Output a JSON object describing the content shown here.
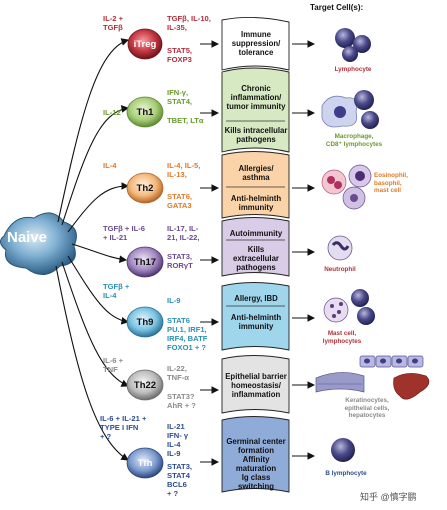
{
  "header": {
    "target_cells": "Target Cell(s):"
  },
  "naive": {
    "label": "Naive"
  },
  "rows": [
    {
      "id": "itreg",
      "cell_name": "iTreg",
      "inducers": "IL-2 +\nTGFβ",
      "cytokines": "TGFβ, IL-10,\nIL-35,",
      "tfs": "STAT5,\nFOXP3",
      "functions": [
        "Immune\nsuppression/\ntolerance"
      ],
      "target": "Lymphocyte",
      "label_color": "#b0303a",
      "box_color": "#ffffff"
    },
    {
      "id": "th1",
      "cell_name": "Th1",
      "inducers": "IL-12",
      "cytokines": "IFN-γ,\nSTAT4,",
      "tfs": "TBET, LTα",
      "functions": [
        "Chronic\ninflammation/\ntumor immunity",
        "Kills intracellular\npathogens"
      ],
      "target": "Macrophage,\nCD8⁺ lymphocytes",
      "label_color": "#6b9a2c",
      "box_color": "#d6e9c2"
    },
    {
      "id": "th2",
      "cell_name": "Th2",
      "inducers": "IL-4",
      "cytokines": "IL-4, IL-5,\nIL-13,",
      "tfs": "STAT6,\nGATA3",
      "functions": [
        "Allergies/\nasthma",
        "Anti-helminth\nimmunity"
      ],
      "target": "Eosinophil,\nbasophil,\nmast cell",
      "label_color": "#e07a2a",
      "box_color": "#fbd3a8"
    },
    {
      "id": "th17",
      "cell_name": "Th17",
      "inducers": "TGFβ + IL-6\n+ IL-21",
      "cytokines": "IL-17, IL-\n21, IL-22,",
      "tfs": "STAT3,\nRORγT",
      "functions": [
        "Autoimmunity",
        "Kills\nextracellular\npathogens"
      ],
      "target": "Neutrophil",
      "label_color": "#6a4b8e",
      "box_color": "#d8cce6"
    },
    {
      "id": "th9",
      "cell_name": "Th9",
      "inducers": "TGFβ +\nIL-4",
      "cytokines": "IL-9",
      "tfs": "STAT6\nPU.1, IRF1,\nIRF4, BATF\nFOXO1 + ?",
      "functions": [
        "Allergy, IBD",
        "Anti-helminth\nimmunity"
      ],
      "target": "Mast cell,\nlymphocytes",
      "label_color": "#2b8fb5",
      "box_color": "#9fd6ec"
    },
    {
      "id": "th22",
      "cell_name": "Th22",
      "inducers": "IL-6 +\nTNF",
      "cytokines": "IL-22,\nTNF-α",
      "tfs": "STAT3?\nAhR + ?",
      "functions": [
        "Epithelial barrier\nhomeostasis/\ninflammation"
      ],
      "target": "Keratinocytes,\nepithelial cells,\nhepatocytes",
      "label_color": "#8a8a8a",
      "box_color": "#e3e3e3"
    },
    {
      "id": "tfh",
      "cell_name": "Tfh",
      "inducers": "IL-6 + IL-21 +\nTYPE I IFN\n+ ?",
      "cytokines": "IL-21\nIFN- γ\nIL-4\nIL-9",
      "tfs": "STAT3,\nSTAT4\nBCL6\n+ ?",
      "functions": [
        "Germinal center\nformation\nAffinity maturation\nIg class switching"
      ],
      "target": "B lymphocyte",
      "label_color": "#2d4c8f",
      "box_color": "#8fabd8"
    }
  ],
  "watermark": "知乎 @慎字鹏",
  "colors": {
    "naive_cell": "#4a86b0",
    "arrow": "#111111"
  }
}
